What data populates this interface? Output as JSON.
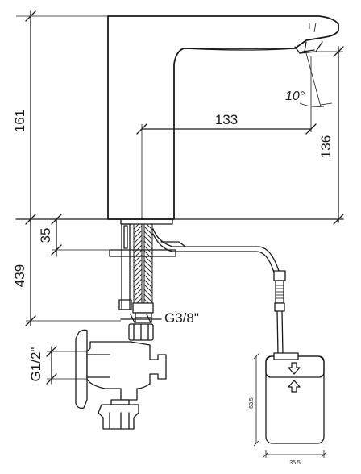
{
  "dimensions": {
    "total_height": "161",
    "reach": "133",
    "spout_height": "136",
    "angle": "10°",
    "deck_thickness": "35",
    "hose_length": "439",
    "thread_top": "G3/8\"",
    "thread_side": "G1/2\"",
    "box_height": "63.5",
    "box_width": "35.5"
  }
}
